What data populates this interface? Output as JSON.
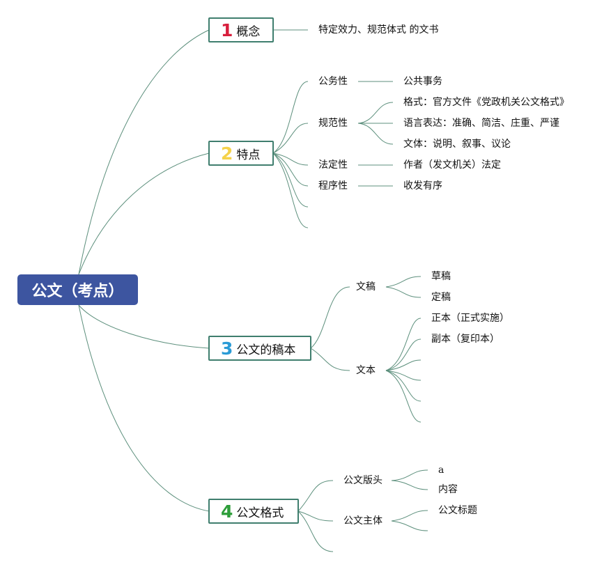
{
  "root": {
    "label": "公文（考点）"
  },
  "branches": [
    {
      "number": "1",
      "number_color": "#d81e3c",
      "label": "概念"
    },
    {
      "number": "2",
      "number_color": "#f5d24a",
      "label": "特点"
    },
    {
      "number": "3",
      "number_color": "#2a9bd6",
      "label": "公文的稿本"
    },
    {
      "number": "4",
      "number_color": "#2e9e3a",
      "label": "公文格式"
    }
  ],
  "concept": {
    "definition": "特定效力、规范体式 的文书"
  },
  "features": {
    "items": [
      {
        "label": "公务性",
        "children": [
          "公共事务"
        ]
      },
      {
        "label": "规范性",
        "children": [
          "格式：官方文件《党政机关公文格式》",
          "语言表达：准确、简洁、庄重、严谨",
          "文体：说明、叙事、议论"
        ]
      },
      {
        "label": "法定性",
        "children": [
          "作者（发文机关）法定"
        ]
      },
      {
        "label": "程序性",
        "children": [
          "收发有序"
        ]
      }
    ]
  },
  "drafts": {
    "items": [
      {
        "label": "文稿",
        "children": [
          "草稿",
          "定稿"
        ]
      },
      {
        "label": "文本",
        "children": [
          "正本（正式实施）",
          "副本（复印本）"
        ]
      }
    ]
  },
  "format": {
    "items": [
      {
        "label": "公文版头",
        "children": [
          "a",
          "内容"
        ]
      },
      {
        "label": "公文主体",
        "children": [
          "公文标题"
        ]
      }
    ]
  }
}
